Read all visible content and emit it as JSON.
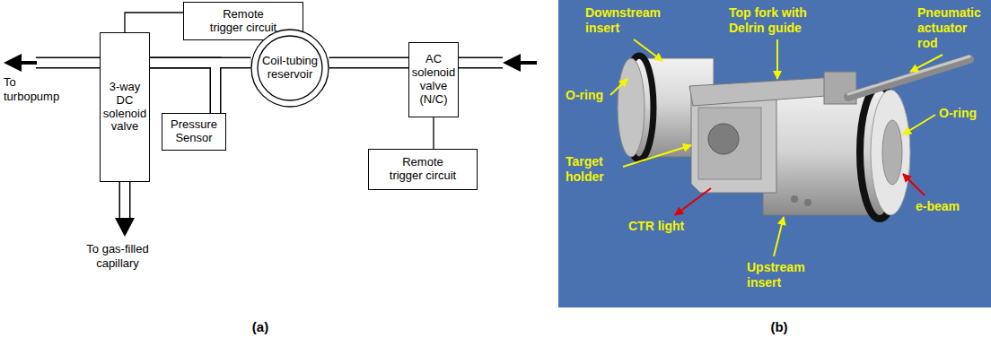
{
  "diagram": {
    "nodes": [
      {
        "text": [
          "Remote trigger circuit"
        ]
      },
      {
        "text": [
          "3-way DC solenoid valve"
        ]
      },
      {
        "text": [
          "Pressure Sensor"
        ]
      },
      {
        "text": [
          "Coil-tubing reservoir"
        ]
      },
      {
        "text": [
          "AC solenoid valve (N/C)"
        ]
      },
      {
        "text": [
          "Remote trigger circuit"
        ]
      }
    ],
    "edges": [
      {
        "from": 0,
        "to": 1,
        "arrow": "none"
      },
      {
        "from": 1,
        "to": 2,
        "arrow": "none"
      },
      {
        "from": 1,
        "to": 3,
        "arrow": "none"
      },
      {
        "from": 3,
        "to": 4,
        "arrow": "none"
      },
      {
        "from": 4,
        "to": 5,
        "arrow": "none"
      }
    ],
    "labels": [
      "To turbopump",
      "To gas-filled capillary",
      "(a)",
      "(b)",
      "Downstream insert",
      "Top fork with Delrin guide",
      "Pneumatic actuator rod",
      "O-ring",
      "O-ring",
      "Target holder",
      "CTR light",
      "e-beam",
      "Upstream insert"
    ]
  }
}
